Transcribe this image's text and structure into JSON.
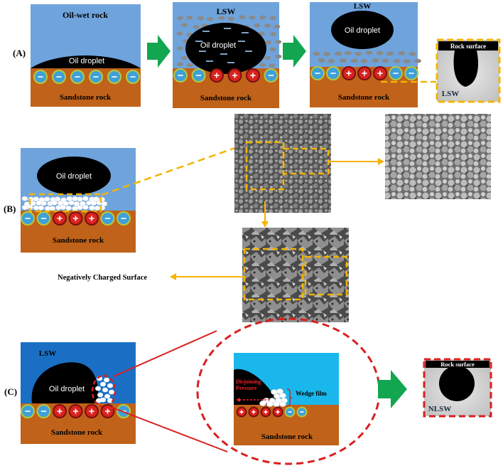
{
  "colors": {
    "water_light": "#6fa3dc",
    "water_deep": "#1a6fc4",
    "water_cyan": "#19b7ec",
    "rock": "#c0621a",
    "oil": "#000000",
    "ion_outline": "#b5c93a",
    "ion_neg_fill": "#3fa0d8",
    "ion_pos_fill": "#d9231f",
    "arrow_green": "#12a650",
    "dashed_orange": "#f4b400",
    "dashed_red": "#d91f1f",
    "sem_gray": "#6a6a6a",
    "particle_gray": "#8a8a8a",
    "nanoparticle_white": "#ffffff"
  },
  "icons": [
    "green-arrow-icon",
    "orange-arrow-icon",
    "negative-ion-icon",
    "positive-ion-icon"
  ],
  "panel_a": {
    "label": "(A)",
    "box1": {
      "top_text": "Oil-wet rock",
      "oil_text": "Oil droplet",
      "rock_text": "Sandstone rock"
    },
    "box2": {
      "top_text": "LSW",
      "oil_text": "Oil droplet",
      "rock_text": "Sandstone rock"
    },
    "box3": {
      "top_text": "LSW",
      "oil_text": "Oil droplet",
      "rock_text": "Sandstone rock"
    },
    "photo": {
      "top_text": "Rock surface",
      "bottom_text": "LSW"
    }
  },
  "panel_b": {
    "label": "(B)",
    "box": {
      "oil_text": "Oil droplet",
      "rock_text": "Sandstone rock"
    },
    "caption": "Negatively Charged Surface"
  },
  "panel_c": {
    "label": "(C)",
    "box": {
      "top_text": "LSW",
      "oil_text": "Oil droplet",
      "rock_text": "Sandstone rock"
    },
    "zoom": {
      "pressure_text": [
        "Disjoining",
        "Pressure"
      ],
      "wedge_text": "Wedge film",
      "rock_text": "Sandstone rock"
    },
    "photo": {
      "top_text": "Rock surface",
      "bottom_text": "NLSW"
    }
  }
}
